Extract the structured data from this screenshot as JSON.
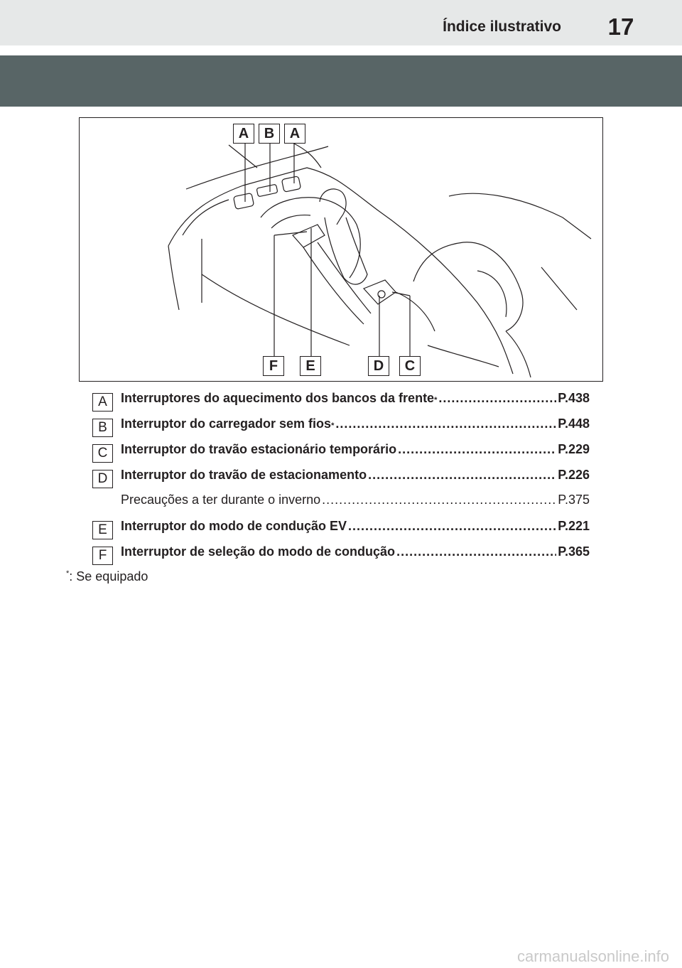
{
  "header": {
    "section_title": "Índice ilustrativo",
    "page_number": "17"
  },
  "figure": {
    "labels_top": [
      "A",
      "B",
      "A"
    ],
    "labels_bottom": [
      "F",
      "E",
      "D",
      "C"
    ]
  },
  "items": [
    {
      "tag": "A",
      "text": "Interruptores do aquecimento dos bancos da frente",
      "star": "*",
      "ref": "P.438"
    },
    {
      "tag": "B",
      "text": "Interruptor do carregador sem fios",
      "star": "*",
      "ref": "P.448"
    },
    {
      "tag": "C",
      "text": "Interruptor do travão estacionário temporário",
      "star": "",
      "ref": "P.229"
    },
    {
      "tag": "D",
      "text": "Interruptor do travão de estacionamento",
      "star": "",
      "ref": "P.226"
    },
    {
      "tag": "",
      "text": "Precauções a ter durante o inverno",
      "star": "",
      "ref": "P.375"
    },
    {
      "tag": "E",
      "text": "Interruptor do modo de condução EV",
      "star": "",
      "ref": "P.221"
    },
    {
      "tag": "F",
      "text": "Interruptor de seleção do modo de condução",
      "star": "",
      "ref": "P.365"
    }
  ],
  "footnote": {
    "star": "*",
    "text": ": Se equipado"
  },
  "watermark": "carmanualsonline.info"
}
